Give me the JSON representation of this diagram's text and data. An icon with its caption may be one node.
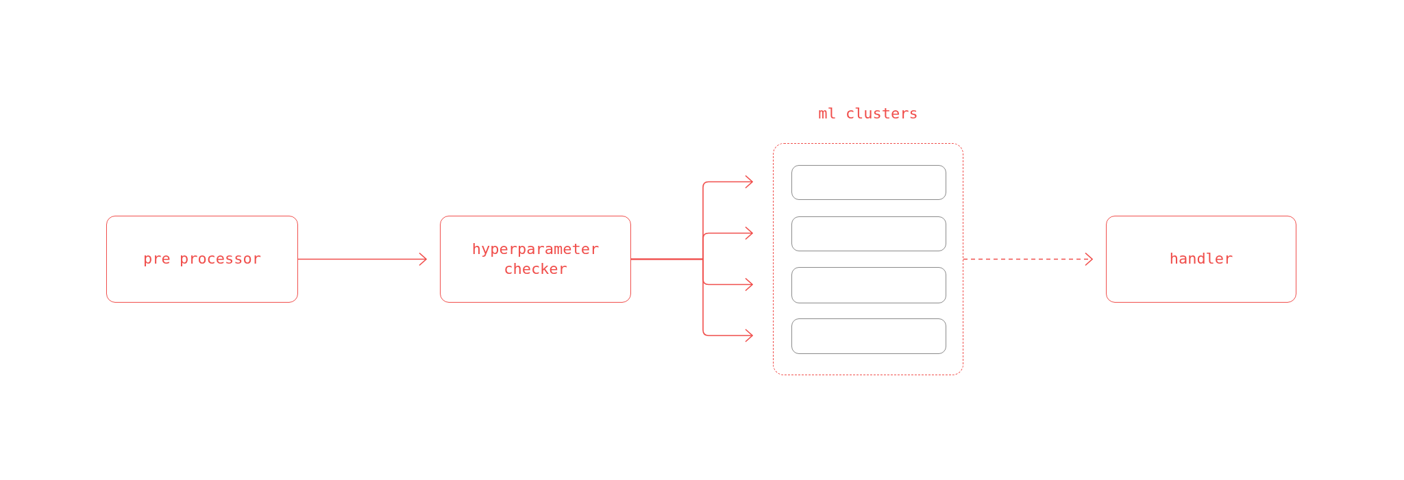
{
  "diagram": {
    "nodes": [
      {
        "text": [
          "pre processor"
        ]
      },
      {
        "text": [
          "hyperparameter checker"
        ]
      },
      {
        "text": [
          "ml clusters"
        ]
      },
      {
        "text": [],
        "shape": "box",
        "in": 2
      },
      {
        "text": [],
        "shape": "box",
        "in": 2
      },
      {
        "text": [],
        "shape": "box",
        "in": 2
      },
      {
        "text": [],
        "shape": "box",
        "in": 2
      },
      {
        "text": [
          "handler"
        ]
      }
    ],
    "edges": [
      {
        "from": 0,
        "to": 1,
        "arrow": "to"
      },
      {
        "from": 1,
        "to": 3,
        "arrow": "to"
      },
      {
        "from": 1,
        "to": 4,
        "arrow": "to"
      },
      {
        "from": 1,
        "to": 5,
        "arrow": "to"
      },
      {
        "from": 1,
        "to": 6,
        "arrow": "to"
      },
      {
        "from": 2,
        "to": 7,
        "arrow": "to",
        "style": "dashed"
      }
    ]
  }
}
